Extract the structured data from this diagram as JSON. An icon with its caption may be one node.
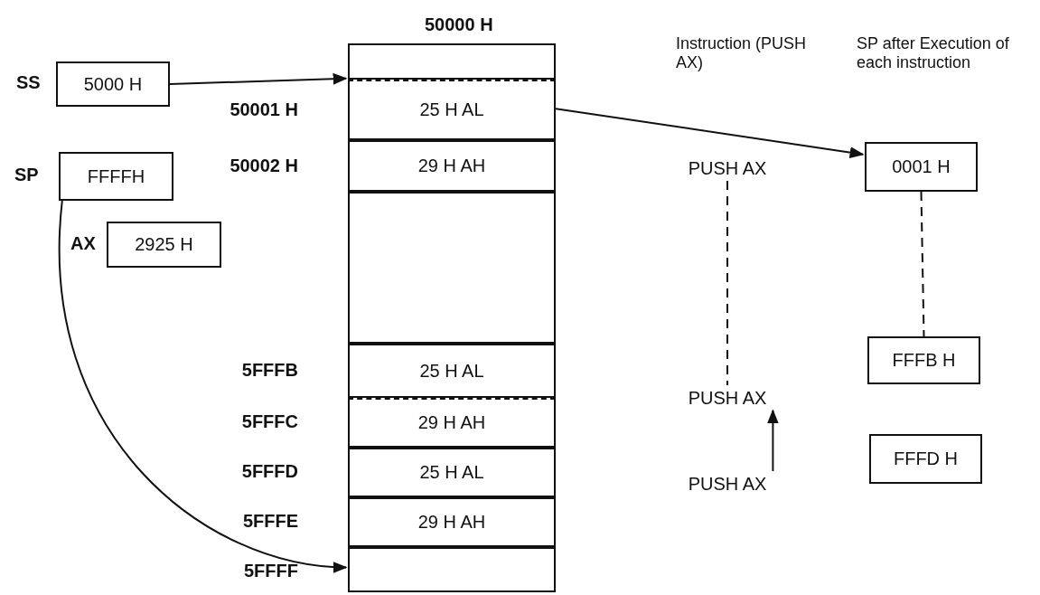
{
  "diagram": {
    "nodes": [
      {
        "text": [
          "5000 H"
        ],
        "beside": [
          "SS"
        ]
      },
      {
        "text": [
          "FFFFH"
        ],
        "beside": [
          "SP"
        ]
      },
      {
        "text": [
          "2925 H"
        ],
        "beside": [
          "AX"
        ]
      },
      {
        "text": [],
        "shape": "box",
        "beside": [
          "50000 H"
        ]
      },
      {
        "text": [
          "25 H AL"
        ],
        "beside": [
          "50001 H"
        ]
      },
      {
        "text": [
          "29 H AH"
        ],
        "beside": [
          "50002 H"
        ]
      },
      {
        "text": [],
        "shape": "box"
      },
      {
        "text": [
          "25 H AL"
        ],
        "beside": [
          "5FFFB"
        ]
      },
      {
        "text": [
          "29 H AH"
        ],
        "beside": [
          "5FFFC"
        ]
      },
      {
        "text": [
          "25 H AL"
        ],
        "beside": [
          "5FFFD"
        ]
      },
      {
        "text": [
          "29 H AH"
        ],
        "beside": [
          "5FFFE"
        ]
      },
      {
        "text": [],
        "shape": "box",
        "beside": [
          "5FFFF"
        ]
      },
      {
        "text": [
          "PUSH AX"
        ]
      },
      {
        "text": [
          "0001 H"
        ]
      },
      {
        "text": [
          "FFFB H"
        ]
      },
      {
        "text": [
          "PUSH AX"
        ]
      },
      {
        "text": [
          "FFFD H"
        ]
      },
      {
        "text": [
          "PUSH AX"
        ]
      }
    ],
    "edges": [
      {
        "from": 0,
        "to": 3,
        "arrow": "to"
      },
      {
        "from": 1,
        "to": 11,
        "arrow": "to"
      },
      {
        "from": 4,
        "to": 13,
        "arrow": "to"
      },
      {
        "from": 12,
        "to": 15,
        "arrow": "none",
        "style": "dashed"
      },
      {
        "from": 17,
        "to": 15,
        "arrow": "to"
      },
      {
        "from": 13,
        "to": 14,
        "arrow": "none",
        "style": "dashed"
      }
    ],
    "labels": [
      "Instruction (PUSH AX)",
      "SP after Execution of each instruction"
    ]
  }
}
